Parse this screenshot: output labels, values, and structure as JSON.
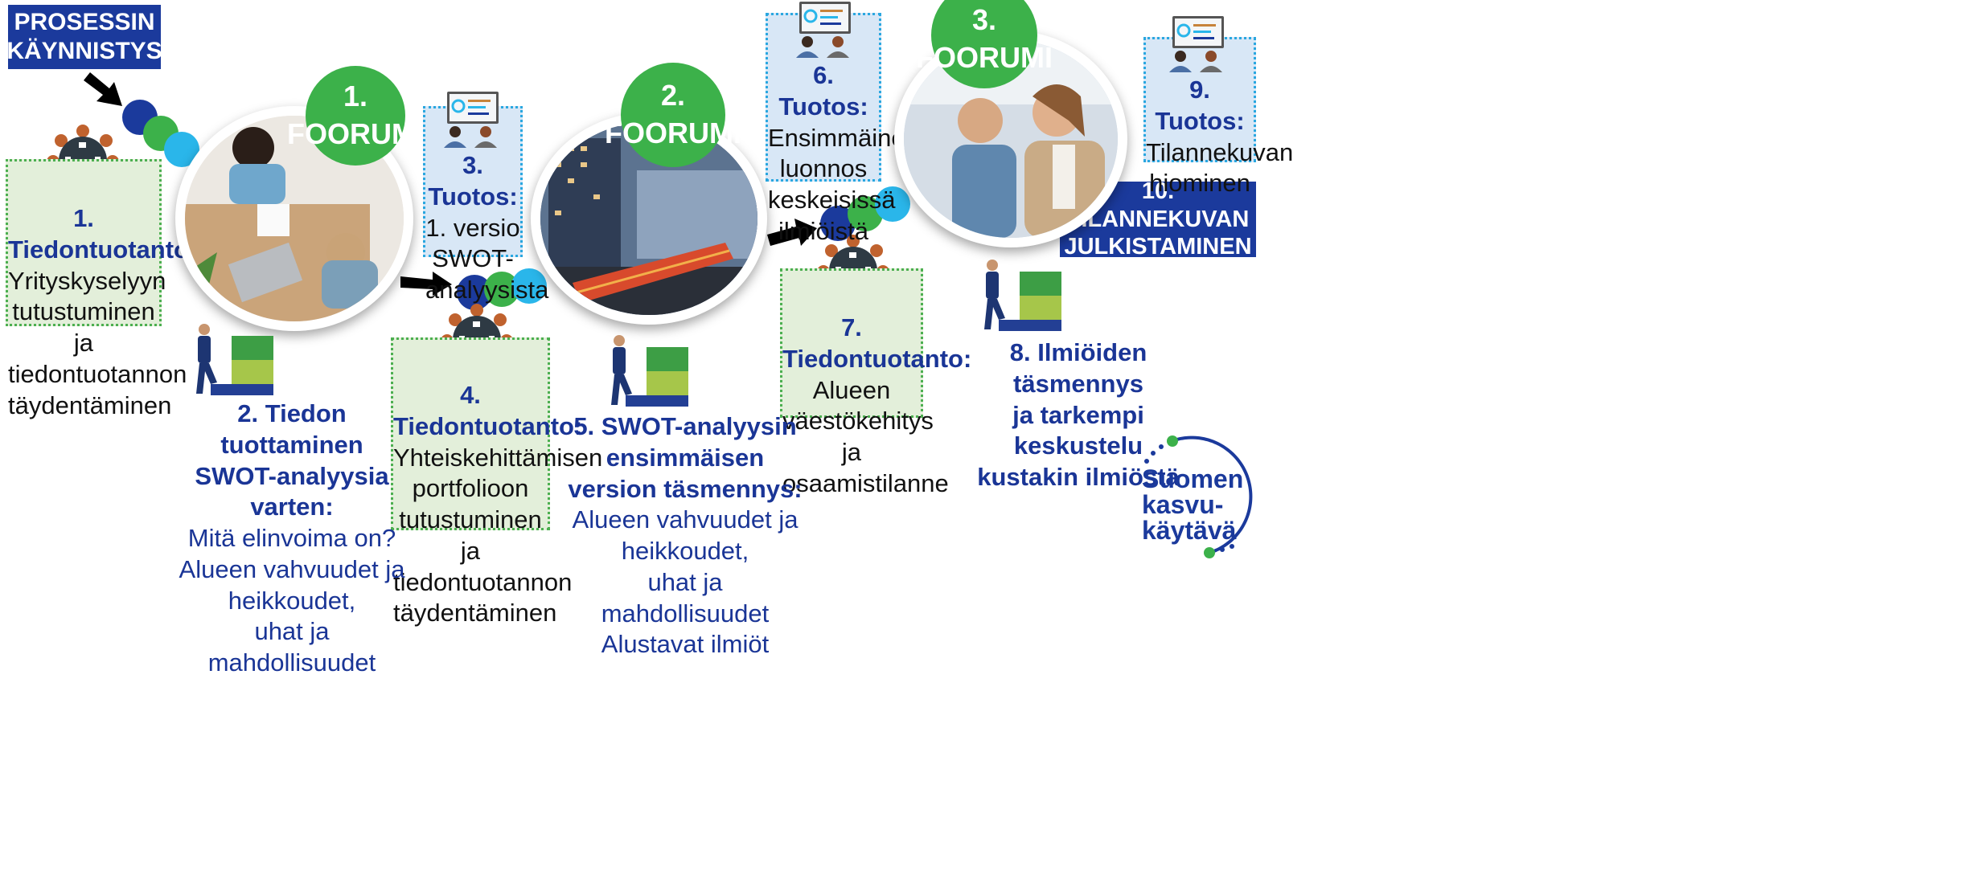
{
  "start_box": {
    "line1": "PROSESSIN",
    "line2": "KÄYNNISTYS"
  },
  "end_box": {
    "line1": "10. TILANNEKUVAN",
    "line2": "JULKISTAMINEN"
  },
  "forums": [
    {
      "number": "1.",
      "label": "FOORUMI"
    },
    {
      "number": "2.",
      "label": "FOORUMI"
    },
    {
      "number": "3.",
      "label": "FOORUMI"
    }
  ],
  "data_production": [
    {
      "number": "1.",
      "title": "Tiedontuotanto:",
      "lines": [
        "Yrityskyselyyn",
        "tutustuminen ja",
        "tiedontuotannon",
        "täydentäminen"
      ]
    },
    {
      "number": "4.",
      "title": "Tiedontuotanto:",
      "lines": [
        "Yhteiskehittämisen",
        "portfolioon",
        "tutustuminen ja",
        "tiedontuotannon",
        "täydentäminen"
      ]
    },
    {
      "number": "7.",
      "title": "Tiedontuotanto:",
      "lines": [
        "Alueen",
        "väestökehitys ja",
        "osaamistilanne"
      ]
    }
  ],
  "outputs": [
    {
      "number": "3.",
      "title": "Tuotos:",
      "lines": [
        "1. versio",
        "SWOT-",
        "analyysista"
      ]
    },
    {
      "number": "6.",
      "title": "Tuotos:",
      "lines": [
        "Ensimmäinen",
        "luonnos",
        "keskeisissä",
        "ilmiöistä"
      ]
    },
    {
      "number": "9.",
      "title": "Tuotos:",
      "lines": [
        "Tilannekuvan",
        "hiominen"
      ]
    }
  ],
  "steps": [
    {
      "title_lines": [
        "2. Tiedon tuottaminen",
        "SWOT-analyysia",
        "varten:"
      ],
      "body_lines": [
        "Mitä elinvoima on?",
        "Alueen vahvuudet ja",
        "heikkoudet,",
        "uhat ja mahdollisuudet"
      ]
    },
    {
      "title_lines": [
        "5. SWOT-analyysin",
        "ensimmäisen",
        "version täsmennys:"
      ],
      "body_lines": [
        "Alueen vahvuudet ja",
        "heikkoudet,",
        "uhat ja mahdollisuudet",
        "Alustavat ilmiöt"
      ]
    },
    {
      "title_lines": [
        "8. Ilmiöiden täsmennys",
        "ja tarkempi keskustelu",
        "kustakin ilmiöstä"
      ],
      "body_lines": []
    }
  ],
  "logo": {
    "line1": "Suomen",
    "line2": "kasvu-",
    "line3": "käytävä"
  },
  "colors": {
    "navy": "#1b3a9c",
    "green": "#3cb14a",
    "cyan": "#2ab6ea",
    "light_green": "#e3efda",
    "light_blue": "#d8e7f6"
  }
}
